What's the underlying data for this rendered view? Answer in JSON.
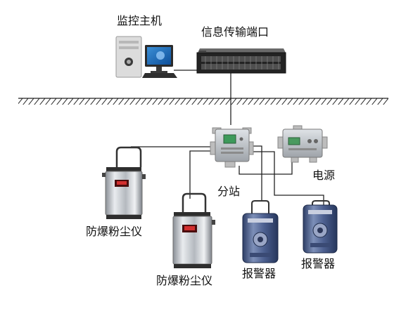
{
  "labels": {
    "monitor_host": "监控主机",
    "transmission_port": "信息传输端口",
    "substation": "分站",
    "power_supply": "电源",
    "dust_meter_1": "防爆粉尘仪",
    "dust_meter_2": "防爆粉尘仪",
    "alarm_1": "报警器",
    "alarm_2": "报警器"
  }
}
